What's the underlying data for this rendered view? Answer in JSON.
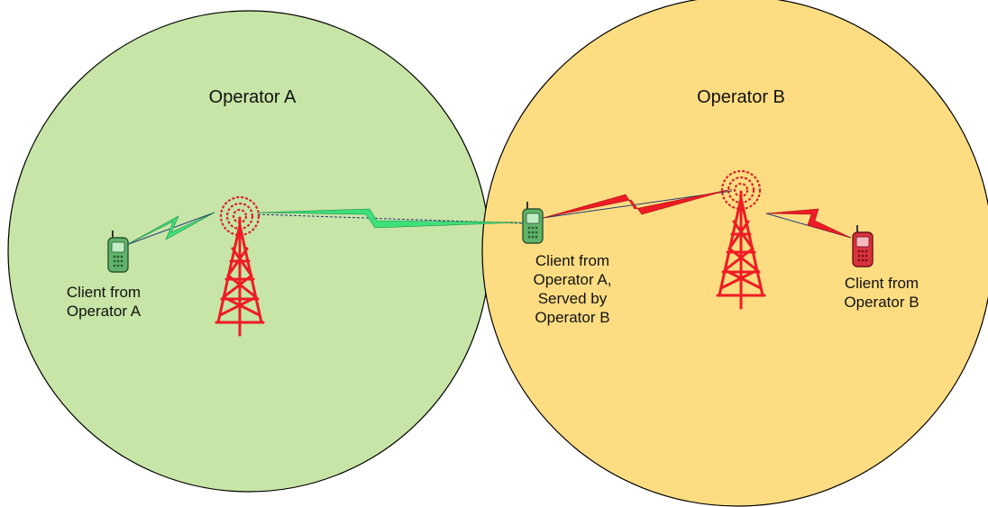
{
  "operators": {
    "a": {
      "name": "Operator A",
      "color": "#c7e5a6"
    },
    "b": {
      "name": "Operator B",
      "color": "#fedd82"
    }
  },
  "clients": {
    "a_local": {
      "line1": "Client from",
      "line2": "Operator A",
      "phone_color": "#5fb36a"
    },
    "a_roaming": {
      "line1": "Client from",
      "line2": "Operator A,",
      "line3": "Served by",
      "line4": "Operator B",
      "phone_color": "#5fb36a"
    },
    "b_local": {
      "line1": "Client from",
      "line2": "Operator B",
      "phone_color": "#d9323f"
    }
  },
  "links": {
    "green_bolt": "#3ee07a",
    "red_bolt": "#ee1c24",
    "tower": "#ee1c24",
    "tower_signal": "#d8232a"
  },
  "icons": [
    "tower-icon",
    "phone-icon",
    "wireless-bolt-icon"
  ]
}
